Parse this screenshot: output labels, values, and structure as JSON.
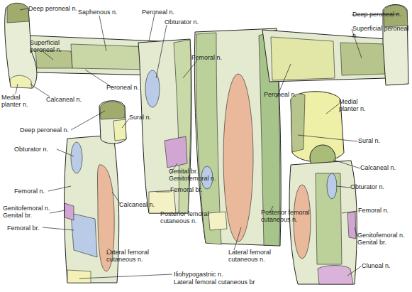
{
  "diagram": {
    "labels": [
      "Deep peroneal n.",
      "Superficial peroneal n.",
      "Saphenous n.",
      "Peroneal n.",
      "Medial planter n.",
      "Calcaneal n.",
      "Peroneal n.",
      "Deep peroneal n.",
      "Sural n.",
      "Obturator n.",
      "Femoral n.",
      "Obturator n.",
      "Femoral n.",
      "Genitofemoral n. Genital br.",
      "Femoral br.",
      "Calcaneal n.",
      "Genital br. Genitofemoral n.",
      "Femoral br.",
      "Posterior femoral cutaneous n.",
      "Lateral femoral cutaneous n.",
      "Iliohypogastnic n.",
      "Lateral femoral cutaneous br",
      "Lateral femoral cutaneous n.",
      "Posterior femoral cutaneous n.",
      "Deep peroneal n.",
      "Superficial peroneal n.",
      "Peroneal n.",
      "Medial planter n.",
      "Sural n.",
      "Calcaneal n.",
      "Obturator n.",
      "Femoral n.",
      "Genitofemoral n. Genital br.",
      "Cluneal n."
    ]
  }
}
